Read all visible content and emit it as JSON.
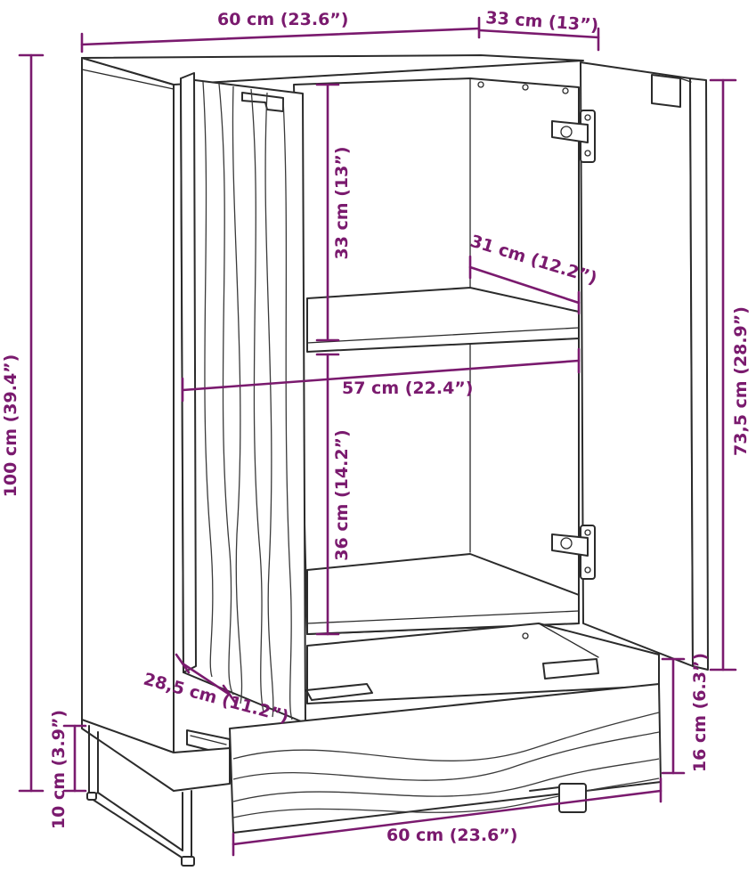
{
  "dimensions": {
    "top_width": "60 cm (23.6”)",
    "top_depth": "33 cm (13”)",
    "total_height": "100 cm (39.4”)",
    "upper_shelf_height": "33 cm (13”)",
    "shelf_depth": "31 cm (12.2”)",
    "inner_width": "57 cm (22.4”)",
    "lower_shelf_height": "36 cm (14.2”)",
    "door_height": "73,5 cm (28.9”)",
    "drawer_depth": "28,5 cm (11.2”)",
    "leg_height": "10 cm (3.9”)",
    "drawer_front_height": "16 cm (6.3”)",
    "bottom_width": "60 cm (23.6”)"
  },
  "colors": {
    "dimension": "#7a1a6e",
    "outline": "#2b2b2b"
  }
}
